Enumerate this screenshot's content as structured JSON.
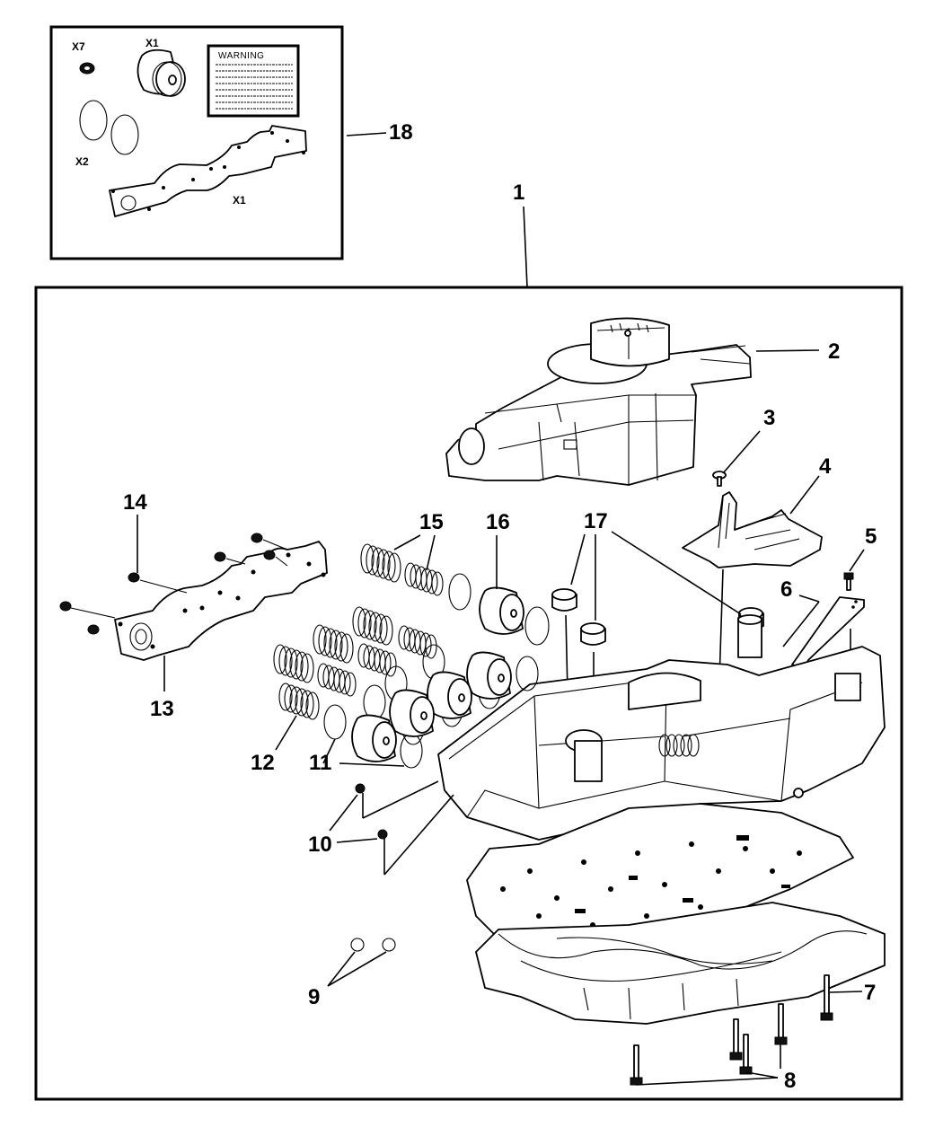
{
  "diagram": {
    "type": "exploded-parts-diagram",
    "subject": "Transmission valve body assembly",
    "colors": {
      "line": "#000000",
      "background": "#ffffff"
    }
  },
  "kit_inset": {
    "callout": "18",
    "warning_label": {
      "title": "WARNING"
    },
    "quantities": [
      {
        "part": "plug",
        "qty": "X7"
      },
      {
        "part": "accumulator-piston",
        "qty": "X1"
      },
      {
        "part": "o-rings",
        "qty": "X2"
      },
      {
        "part": "gasket-plate",
        "qty": "X1"
      }
    ]
  },
  "callouts": [
    {
      "number": "1",
      "part": "valve-body-assembly"
    },
    {
      "number": "2",
      "part": "transmission-control-module"
    },
    {
      "number": "3",
      "part": "screw"
    },
    {
      "number": "4",
      "part": "detent-lever-plate"
    },
    {
      "number": "5",
      "part": "bolt"
    },
    {
      "number": "6",
      "part": "bracket"
    },
    {
      "number": "7",
      "part": "bolt"
    },
    {
      "number": "8",
      "part": "bolts"
    },
    {
      "number": "9",
      "part": "seals"
    },
    {
      "number": "10",
      "part": "check-balls"
    },
    {
      "number": "11",
      "part": "o-rings"
    },
    {
      "number": "12",
      "part": "springs"
    },
    {
      "number": "13",
      "part": "cover-plate"
    },
    {
      "number": "14",
      "part": "screws"
    },
    {
      "number": "15",
      "part": "springs"
    },
    {
      "number": "16",
      "part": "accumulator-pistons"
    },
    {
      "number": "17",
      "part": "plugs"
    },
    {
      "number": "18",
      "part": "seal-kit"
    }
  ]
}
